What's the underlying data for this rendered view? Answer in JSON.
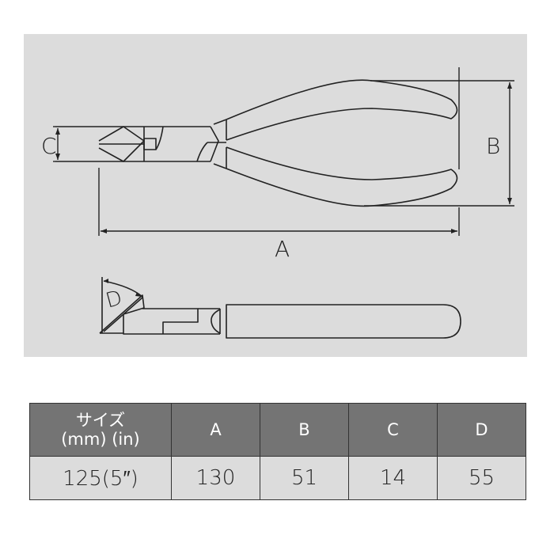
{
  "diagram": {
    "labels": {
      "a": "A",
      "b": "B",
      "c": "C",
      "d": "D"
    },
    "colors": {
      "panel_background": "#dcdcdc",
      "line": "#222222"
    }
  },
  "spec_table": {
    "header": {
      "size_line1": "サイズ",
      "size_line2": "(mm) (in)",
      "col_a": "A",
      "col_b": "B",
      "col_c": "C",
      "col_d": "D"
    },
    "rows": [
      {
        "size": "125(5″)",
        "a": "130",
        "b": "51",
        "c": "14",
        "d": "55"
      }
    ],
    "colors": {
      "header_background": "#747474",
      "header_text": "#ffffff",
      "row_background": "#dcdcdc"
    }
  }
}
